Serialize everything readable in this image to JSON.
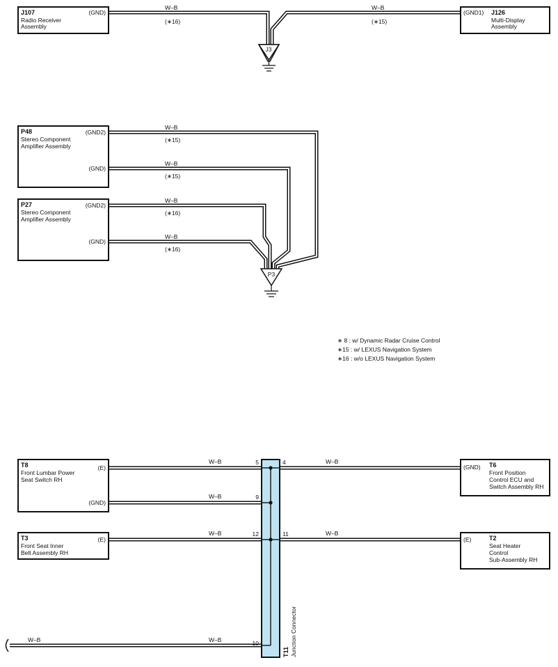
{
  "components": {
    "J107": {
      "code": "J107",
      "name": [
        "Radio Receiver",
        "Assembly"
      ],
      "pin": "(GND)"
    },
    "J126": {
      "code": "J126",
      "name": [
        "Multi-Display",
        "Assembly"
      ],
      "pin": "(GND1)"
    },
    "P48": {
      "code": "P48",
      "name": [
        "Stereo Component",
        "Amplifier Assembly"
      ],
      "pins": [
        "(GND2)",
        "(GND)"
      ]
    },
    "P27": {
      "code": "P27",
      "name": [
        "Stereo Component",
        "Amplifier Assembly"
      ],
      "pins": [
        "(GND2)",
        "(GND)"
      ]
    },
    "T8": {
      "code": "T8",
      "name": [
        "Front Lumbar Power",
        "Seat Switch RH"
      ],
      "pins": [
        "(E)",
        "(GND)"
      ]
    },
    "T3": {
      "code": "T3",
      "name": [
        "Front Seat Inner",
        "Belt Assembly RH"
      ],
      "pin": "(E)"
    },
    "T6": {
      "code": "T6",
      "name": [
        "Front Position",
        "Control ECU and",
        "Switch Assembly RH"
      ],
      "pin": "(GND)"
    },
    "T2": {
      "code": "T2",
      "name": [
        "Seat Heater",
        "Control",
        "Sub-Assembly RH"
      ],
      "pin": "(E)"
    }
  },
  "grounds": {
    "J3": "J3",
    "P3": "P3"
  },
  "wires": {
    "color": "W–B",
    "tags": {
      "s15": "(∗15)",
      "s16": "(∗16)"
    }
  },
  "junction": {
    "code": "T11",
    "label": "Junction Connector",
    "pins": {
      "p5": "5",
      "p9": "9",
      "p12": "12",
      "p10": "10",
      "p4": "4",
      "p11": "11"
    }
  },
  "notes": [
    "∗ 8 : w/ Dynamic Radar Cruise Control",
    "∗15 : w/ LEXUS Navigation System",
    "∗16 : w/o LEXUS Navigation System"
  ]
}
